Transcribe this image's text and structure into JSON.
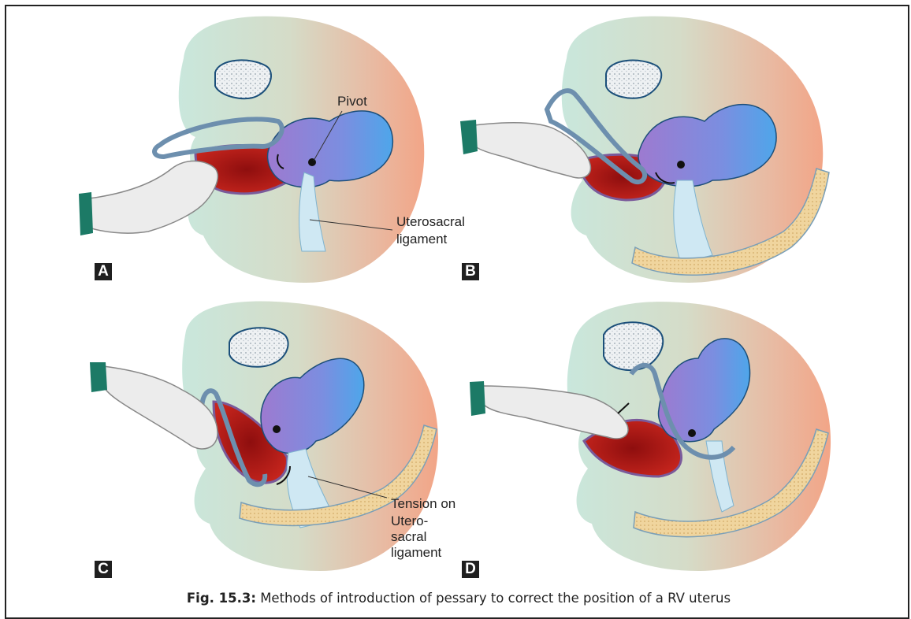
{
  "figure": {
    "caption_label": "Fig. 15.3:",
    "caption_text": " Methods of introduction of pessary to correct the position of a RV uterus"
  },
  "panels": [
    {
      "letter": "A",
      "labels": [
        "Pivot",
        "Uterosacral",
        "ligament"
      ]
    },
    {
      "letter": "B",
      "labels": []
    },
    {
      "letter": "C",
      "labels": [
        "Tension on",
        "Utero-sacral ligament"
      ]
    },
    {
      "letter": "D",
      "labels": []
    }
  ],
  "colors": {
    "body_teal": "#c9e7dc",
    "body_salmon": "#efa991",
    "outline_purple": "#7a5a9a",
    "uterus_blue": "#5a9fe0",
    "uterus_violet": "#9d7ad0",
    "vagina_red": "#b41e1e",
    "glove": "#e9e9e9",
    "cuff": "#1c7a66",
    "bone": "#f1d7a2",
    "ligament": "#bfe0f0"
  }
}
